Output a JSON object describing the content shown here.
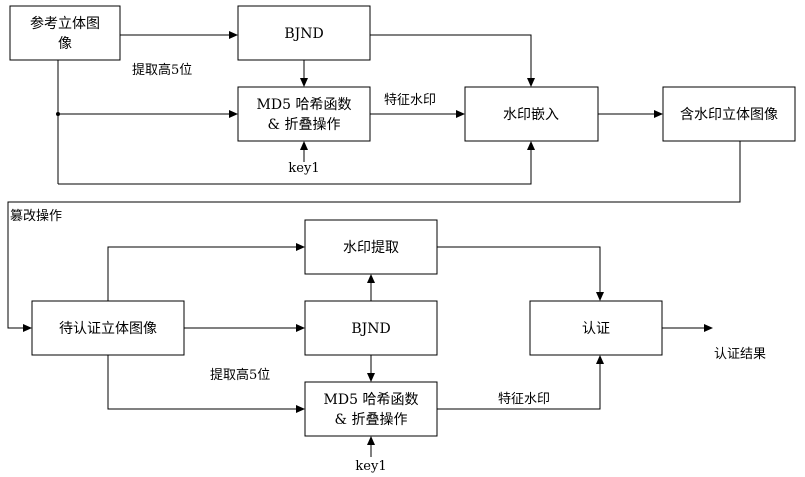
{
  "boxes": {
    "ref_image_line1": "参考立体图",
    "ref_image_line2": "像",
    "bjnd_top": "BJND",
    "md5_top_line1": "MD5 哈希函数",
    "md5_top_line2": "& 折叠操作",
    "embed": "水印嵌入",
    "watermarked_image": "含水印立体图像",
    "extract": "水印提取",
    "to_auth_image": "待认证立体图像",
    "bjnd_bottom": "BJND",
    "md5_bottom_line1": "MD5 哈希函数",
    "md5_bottom_line2": "& 折叠操作",
    "auth": "认证"
  },
  "labels": {
    "extract_high5_top": "提取高5位",
    "feature_wm_top": "特征水印",
    "key1_top": "key1",
    "tamper": "篡改操作",
    "extract_high5_bottom": "提取高5位",
    "feature_wm_bottom": "特征水印",
    "key1_bottom": "key1",
    "auth_result": "认证结果"
  }
}
